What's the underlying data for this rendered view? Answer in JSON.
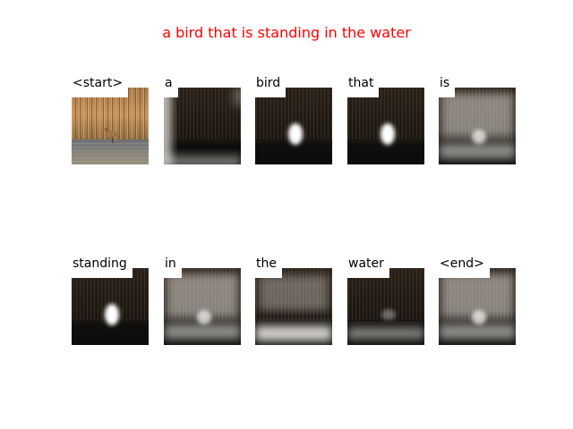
{
  "figure": {
    "caption": "a bird that is standing in the water",
    "caption_color": "#ff0000"
  },
  "steps": [
    {
      "token": "<start>",
      "image": "photo",
      "focus": null
    },
    {
      "token": "a",
      "image": "attention",
      "focus": "left-edge"
    },
    {
      "token": "bird",
      "image": "attention",
      "focus": "bird"
    },
    {
      "token": "that",
      "image": "attention",
      "focus": "bird"
    },
    {
      "token": "is",
      "image": "attention",
      "focus": "diffuse"
    },
    {
      "token": "standing",
      "image": "attention",
      "focus": "bird"
    },
    {
      "token": "in",
      "image": "attention",
      "focus": "diffuse"
    },
    {
      "token": "the",
      "image": "attention",
      "focus": "water"
    },
    {
      "token": "water",
      "image": "attention",
      "focus": "low"
    },
    {
      "token": "<end>",
      "image": "attention",
      "focus": "diffuse"
    }
  ]
}
